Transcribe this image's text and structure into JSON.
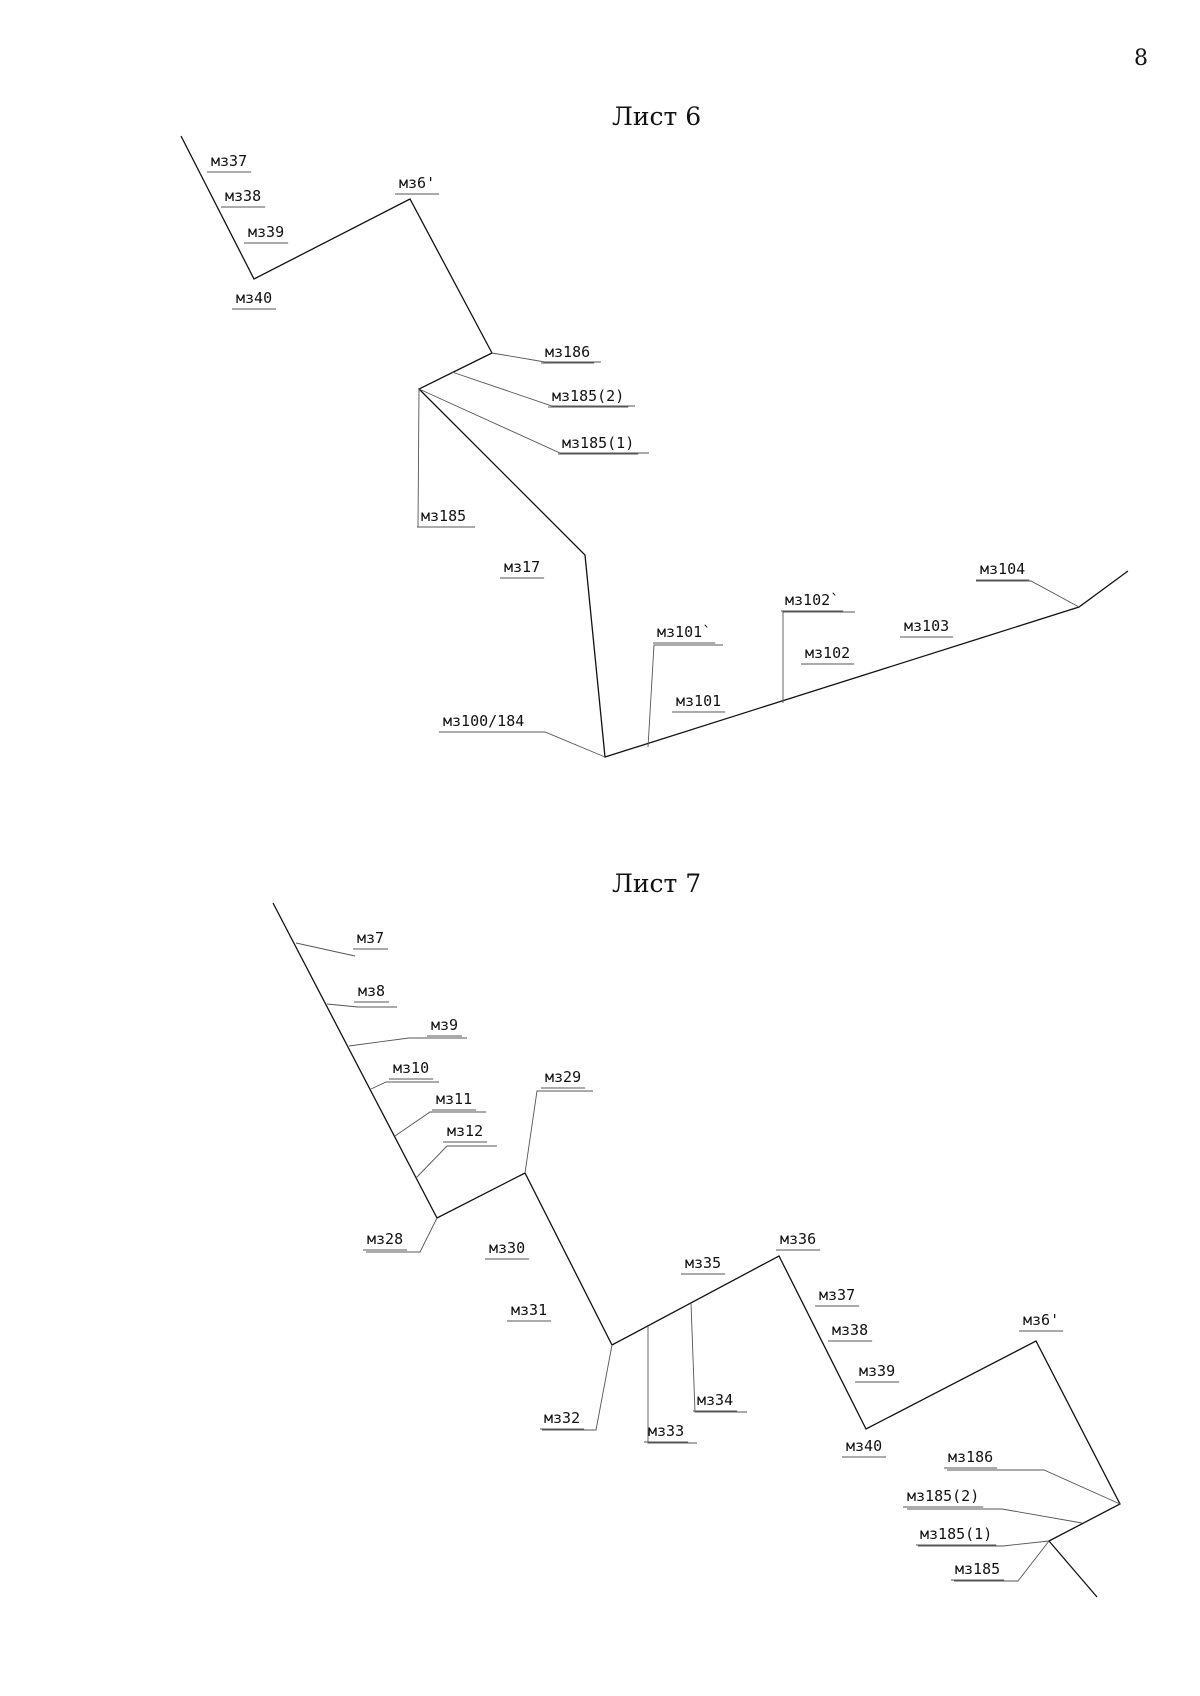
{
  "page_number": "8",
  "sheets": [
    {
      "title": "Лист 6",
      "labels": [
        "мз37",
        "мз38",
        "мз39",
        "мз40",
        "мз6'",
        "мз186",
        "мз185(2)",
        "мз185(1)",
        "мз185",
        "мз17",
        "мз100/184",
        "мз101`",
        "мз101",
        "мз102`",
        "мз102",
        "мз103",
        "мз104"
      ]
    },
    {
      "title": "Лист 7",
      "labels": [
        "мз7",
        "мз8",
        "мз9",
        "мз10",
        "мз11",
        "мз12",
        "мз28",
        "мз29",
        "мз30",
        "мз31",
        "мз32",
        "мз33",
        "мз34",
        "мз35",
        "мз36",
        "мз37",
        "мз38",
        "мз39",
        "мз40",
        "мз6'",
        "мз186",
        "мз185(2)",
        "мз185(1)",
        "мз185"
      ]
    }
  ]
}
